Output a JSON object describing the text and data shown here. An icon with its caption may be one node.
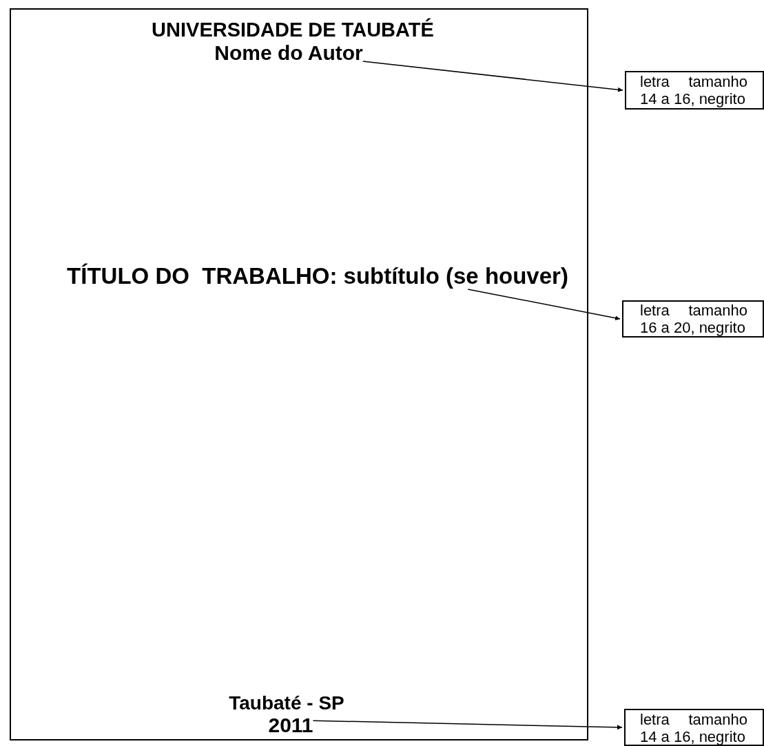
{
  "diagram": {
    "nodes": [
      {
        "text": [],
        "shape": "box"
      },
      {
        "text": [
          "UNIVERSIDADE DE TAUBATÉ"
        ],
        "in": 0
      },
      {
        "text": [
          "Nome do Autor"
        ],
        "in": 0
      },
      {
        "text": [
          "TÍTULO DO  TRABALHO: subtítulo (se houver)"
        ],
        "in": 0
      },
      {
        "text": [
          "Taubaté - SP"
        ],
        "in": 0
      },
      {
        "text": [
          "2011"
        ],
        "in": 0
      },
      {
        "text": [
          "letra tamanho 14 a 16, negrito"
        ]
      },
      {
        "text": [
          "letra tamanho 16 a 20, negrito"
        ]
      },
      {
        "text": [
          "letra tamanho 14 a 16, negrito"
        ]
      }
    ],
    "edges": [
      {
        "from": 2,
        "to": 6,
        "arrow": "to"
      },
      {
        "from": 3,
        "to": 7,
        "arrow": "to"
      },
      {
        "from": 5,
        "to": 8,
        "arrow": "to"
      }
    ]
  }
}
